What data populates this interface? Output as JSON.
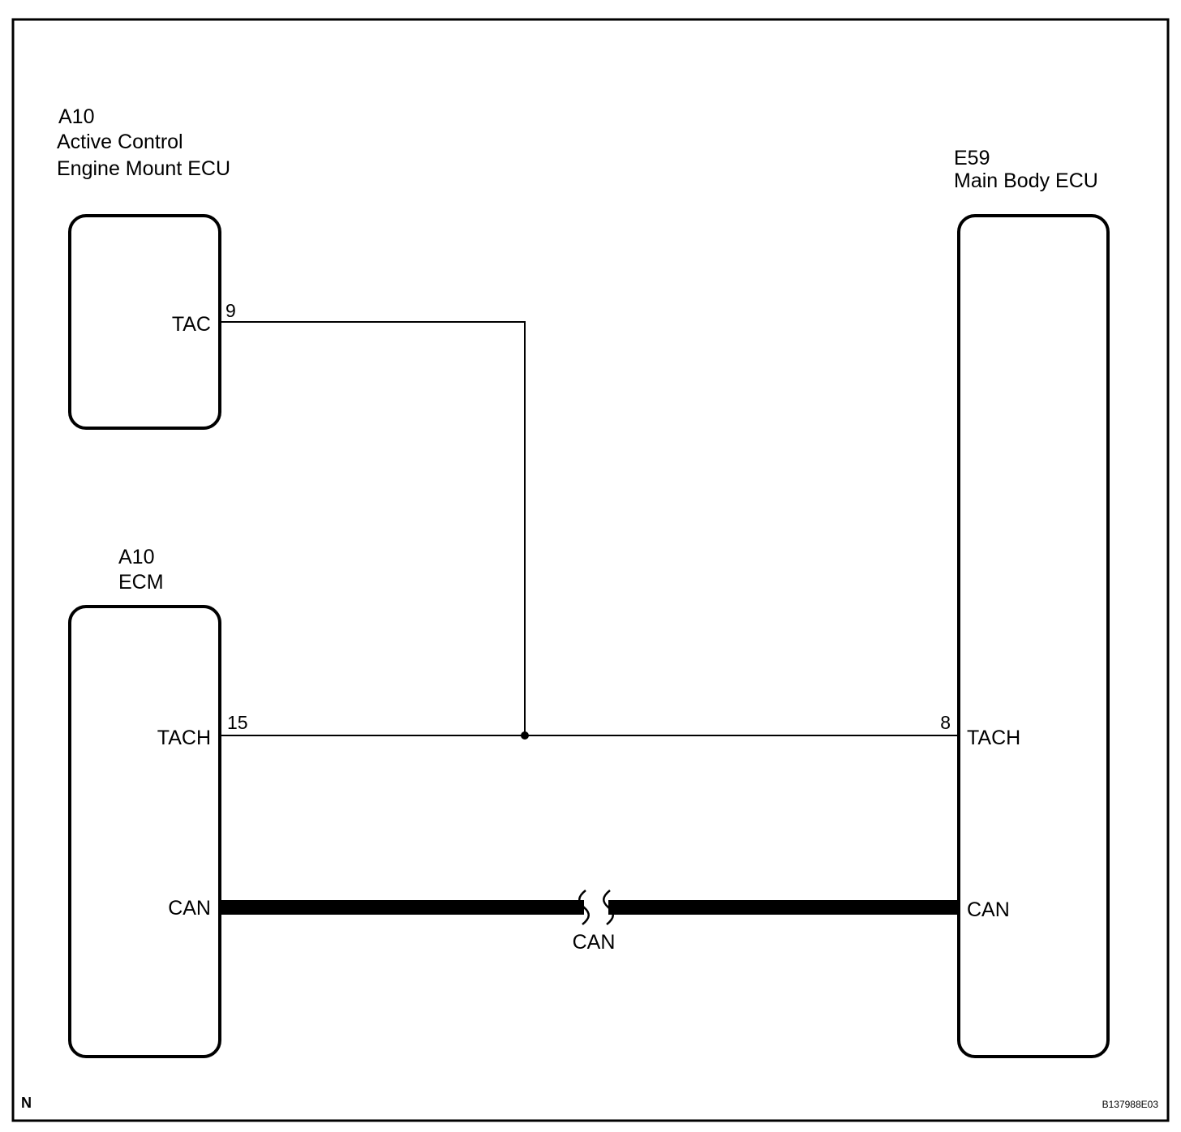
{
  "components": {
    "acm_ecu": {
      "code": "A10",
      "name_line1": "Active Control",
      "name_line2": "Engine Mount ECU"
    },
    "ecm": {
      "code": "A10",
      "name": "ECM"
    },
    "main_body_ecu": {
      "code": "E59",
      "name": "Main Body ECU"
    }
  },
  "pins": {
    "acm_tac": {
      "label": "TAC",
      "number": "9"
    },
    "ecm_tach": {
      "label": "TACH",
      "number": "15"
    },
    "ecm_can": {
      "label": "CAN"
    },
    "mb_tach": {
      "label": "TACH",
      "number": "8"
    },
    "mb_can": {
      "label": "CAN"
    }
  },
  "bus": {
    "label": "CAN"
  },
  "footer": {
    "corner_mark": "N",
    "figure_code": "B137988E03"
  }
}
